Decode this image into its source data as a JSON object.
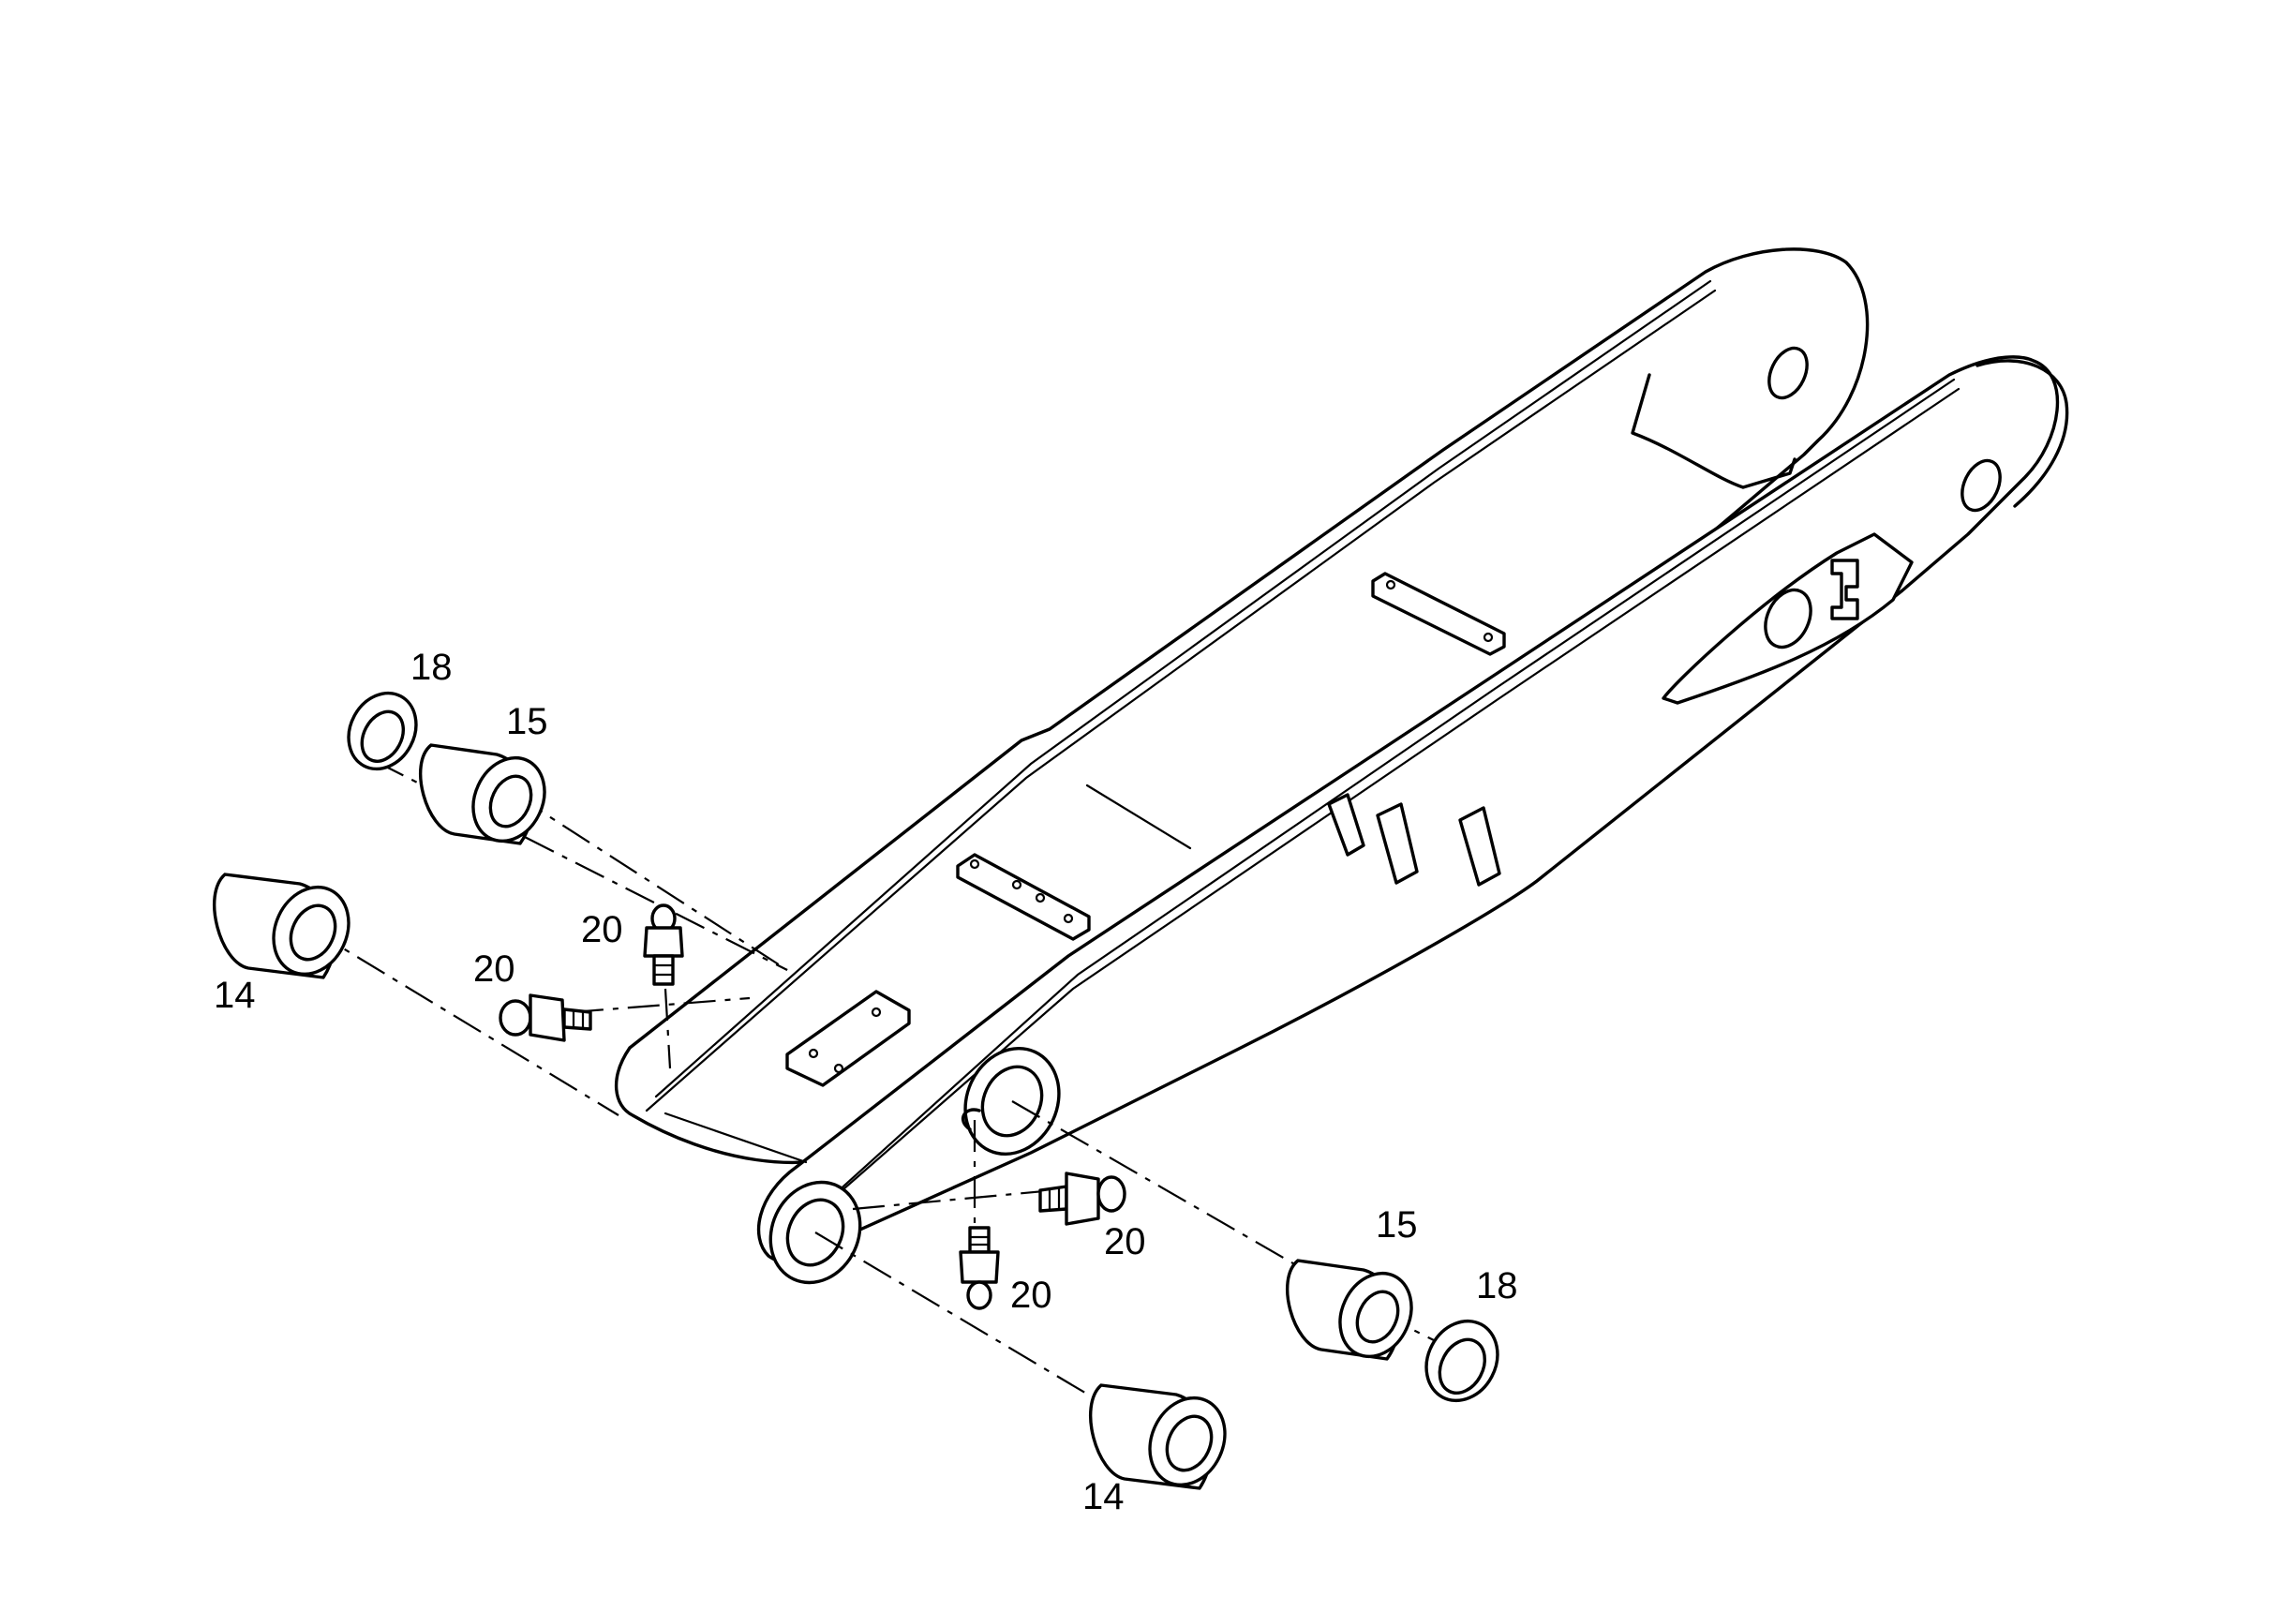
{
  "callouts": {
    "c18_left": "18",
    "c15_left": "15",
    "c14_left": "14",
    "c20_upper": "20",
    "c20_left": "20",
    "c20_right_upper": "20",
    "c20_right_lower": "20",
    "c15_right": "15",
    "c18_right": "18",
    "c14_right": "14"
  }
}
